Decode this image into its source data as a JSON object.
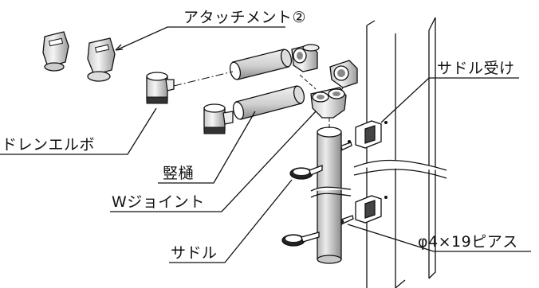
{
  "labels": {
    "attachment": "アタッチメント②",
    "saddle_holder": "サドル受け",
    "drain_elbow": "ドレンエルボ",
    "downspout": "竪樋",
    "w_joint": "Wジョイント",
    "saddle": "サドル",
    "screw": "φ4×19ピアス"
  },
  "colors": {
    "line": "#111111",
    "part_fill": "#ffffff",
    "part_shade": "#cfcfcf",
    "part_dark": "#333333"
  }
}
